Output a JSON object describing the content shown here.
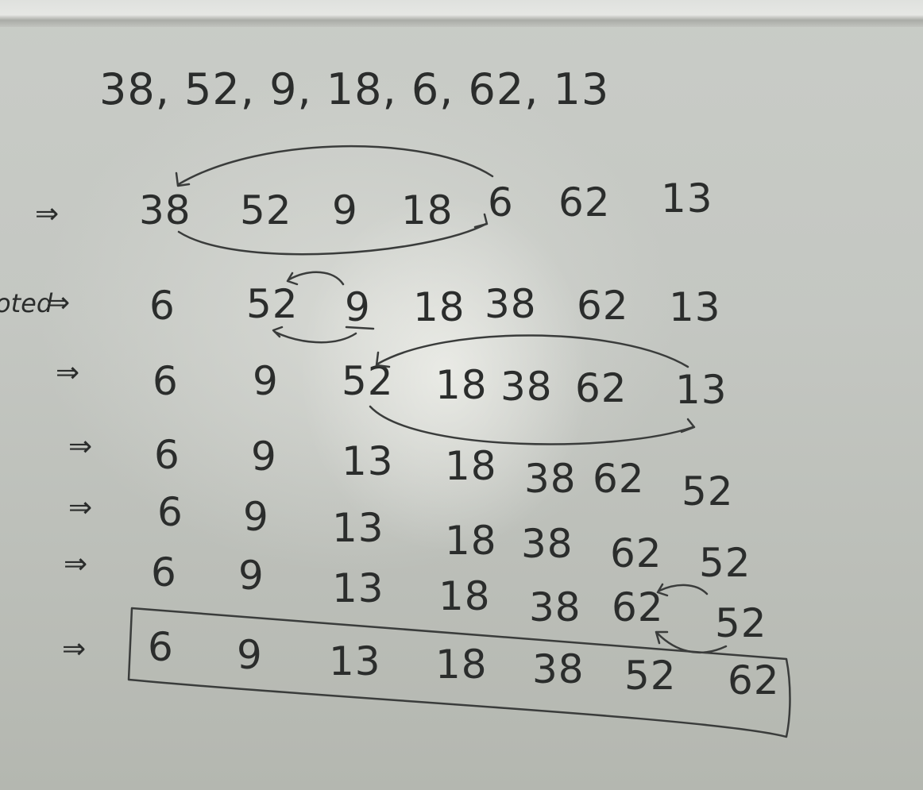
{
  "title_sequence": "38, 52, 9, 18, 6, 62, 13",
  "side_label": "oted",
  "arrow_symbol": "⇒",
  "rows": [
    [
      "38",
      "52",
      "9",
      "18",
      "6",
      "62",
      "13"
    ],
    [
      "6",
      "52",
      "9",
      "18",
      "38",
      "62",
      "13"
    ],
    [
      "6",
      "9",
      "52",
      "18",
      "38",
      "62",
      "13"
    ],
    [
      "6",
      "9",
      "13",
      "18",
      "38",
      "62",
      "52"
    ],
    [
      "6",
      "9",
      "13",
      "18",
      "38",
      "62",
      "52"
    ],
    [
      "6",
      "9",
      "13",
      "18",
      "38",
      "62",
      "52"
    ],
    [
      "6",
      "9",
      "13",
      "18",
      "38",
      "52",
      "62"
    ]
  ],
  "ink_color": "#2b2d2c",
  "board_color": "#c6c9c4"
}
